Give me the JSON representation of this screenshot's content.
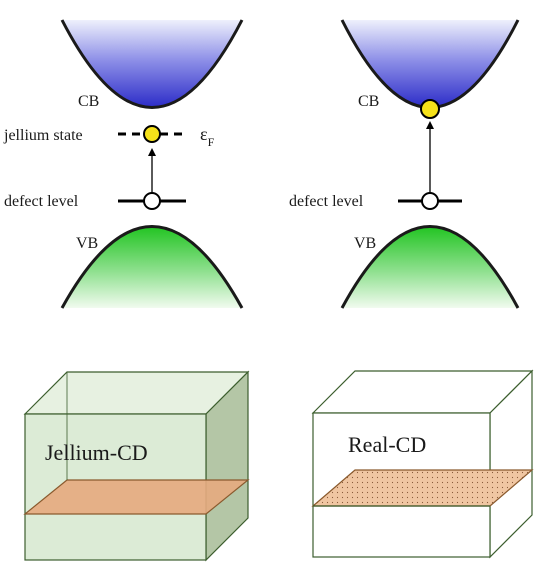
{
  "left_panel": {
    "cb_label": "CB",
    "vb_label": "VB",
    "jellium_label": "jellium state",
    "defect_label": "defect level",
    "fermi_symbol": "ε",
    "fermi_subscript": "F"
  },
  "right_panel": {
    "cb_label": "CB",
    "vb_label": "VB",
    "defect_label": "defect level"
  },
  "boxes": {
    "jellium_label": "Jellium-CD",
    "real_label": "Real-CD"
  },
  "colors": {
    "cb_blue": "#2c2cc8",
    "vb_green": "#22c422",
    "occupied_yellow": "#f5e11a",
    "jellium_box_fill": "#dcebd6",
    "box_edge": "#3c5e2e",
    "plane_fill": "#e5aa80",
    "plane_edge": "#8a5a2e"
  }
}
